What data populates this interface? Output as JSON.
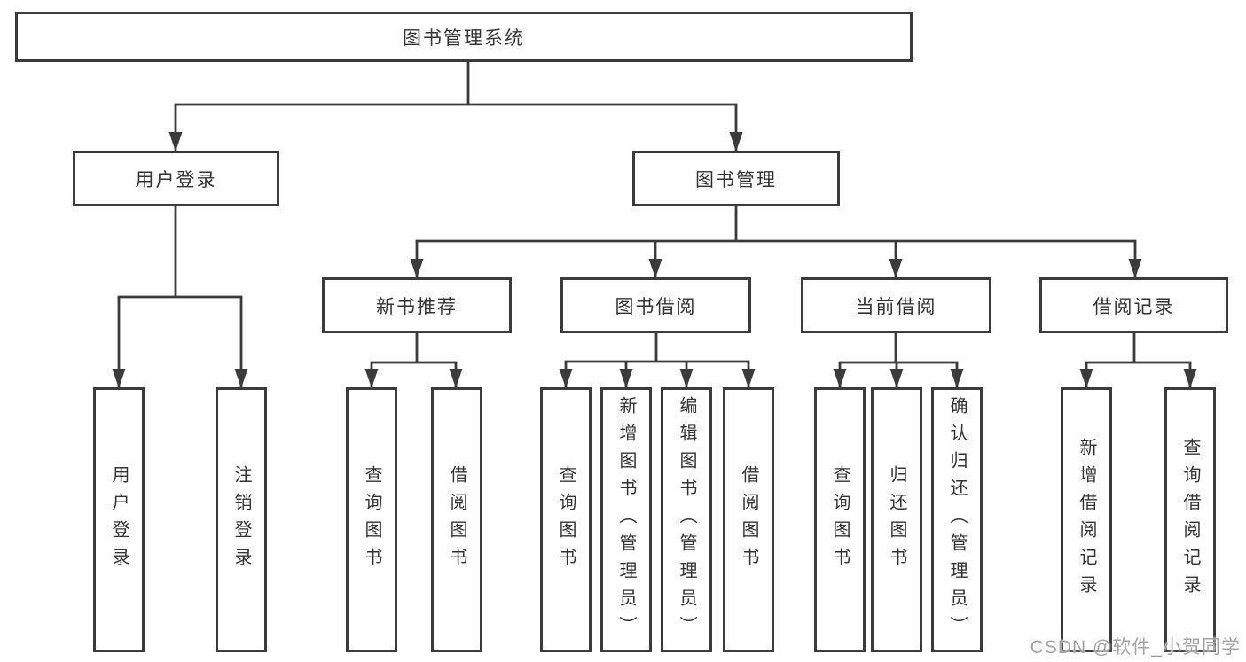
{
  "colors": {
    "line": "#3b3b3b",
    "box_border": "#3b3b3b",
    "text": "#333333",
    "background": "#ffffff",
    "watermark_text": "#a3a3a3"
  },
  "watermark": {
    "text": "CSDN @软件_小贺同学"
  },
  "tree": {
    "root": {
      "label": "图书管理系统",
      "children": [
        {
          "label": "用户登录",
          "children": [
            {
              "label": "用户登录"
            },
            {
              "label": "注销登录"
            }
          ]
        },
        {
          "label": "图书管理",
          "children": [
            {
              "label": "新书推荐",
              "children": [
                {
                  "label": "查询图书"
                },
                {
                  "label": "借阅图书"
                }
              ]
            },
            {
              "label": "图书借阅",
              "children": [
                {
                  "label": "查询图书"
                },
                {
                  "label": "新增图书（管理员）"
                },
                {
                  "label": "编辑图书（管理员）"
                },
                {
                  "label": "借阅图书"
                }
              ]
            },
            {
              "label": "当前借阅",
              "children": [
                {
                  "label": "查询图书"
                },
                {
                  "label": "归还图书"
                },
                {
                  "label": "确认归还（管理员）"
                }
              ]
            },
            {
              "label": "借阅记录",
              "children": [
                {
                  "label": "新增借阅记录"
                },
                {
                  "label": "查询借阅记录"
                }
              ]
            }
          ]
        }
      ]
    }
  }
}
